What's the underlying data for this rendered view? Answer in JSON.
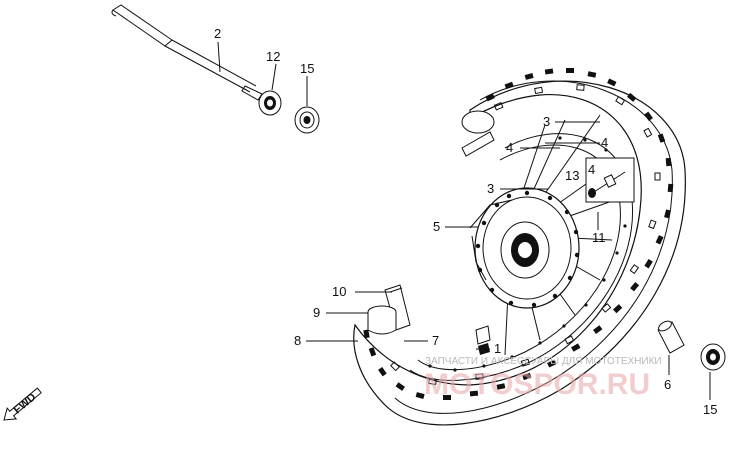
{
  "labels": {
    "axle": "2",
    "seal_top": "12",
    "bearing_top": "15",
    "spoke_a": "3",
    "spoke_b": "4",
    "spoke_c": "4",
    "spoke_d": "3",
    "nipple_13": "13",
    "nipple_14": "4",
    "hub": "5",
    "rim": "11",
    "rim_band": "10",
    "valve_cap": "9",
    "tire": "8",
    "tube": "7",
    "nut": "1",
    "collar": "6",
    "bearing_bottom": "15"
  },
  "direction_marker": "FWD",
  "watermark": {
    "line": "ЗАПЧАСТИ И АКСЕССУАРЫ ДЛЯ МОТОТЕХНИКИ",
    "logo": "MOTOSPOR.RU"
  }
}
